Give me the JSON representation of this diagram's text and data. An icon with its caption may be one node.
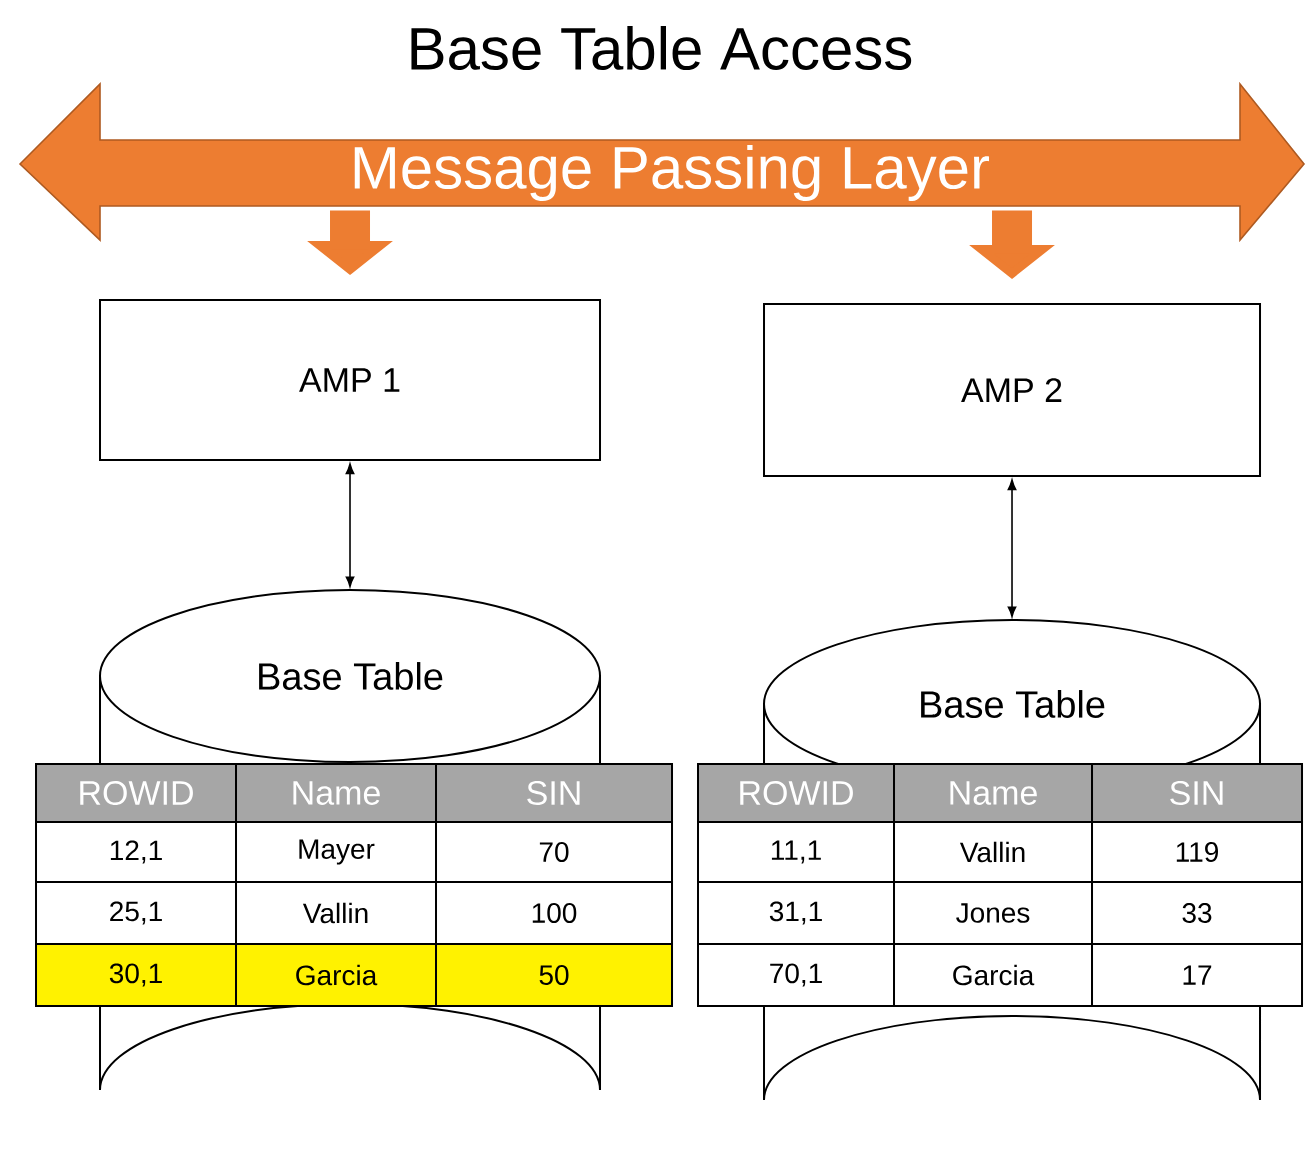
{
  "diagram": {
    "title": "Base Table Access",
    "nodes": [
      {
        "text": [
          "Message Passing Layer"
        ]
      },
      {
        "text": [
          "AMP 1"
        ]
      },
      {
        "text": [
          "AMP 2"
        ]
      },
      {
        "text": [
          "Base Table"
        ]
      },
      {
        "text": [
          "Base Table"
        ]
      }
    ],
    "edges": [
      {
        "from": 0,
        "to": 1,
        "arrow": "to",
        "style": "thick",
        "color": "#ed7d31"
      },
      {
        "from": 0,
        "to": 2,
        "arrow": "to",
        "style": "thick",
        "color": "#ed7d31"
      },
      {
        "from": 1,
        "to": 3,
        "arrow": "both",
        "color": "#000000"
      },
      {
        "from": 2,
        "to": 4,
        "arrow": "both",
        "color": "#000000"
      }
    ],
    "labels": [
      "ROWID",
      "Name",
      "SIN",
      "12,1",
      "Mayer",
      "70",
      "25,1",
      "Vallin",
      "100",
      "30,1",
      "Garcia",
      "50",
      "ROWID",
      "Name",
      "SIN",
      "11,1",
      "Vallin",
      "119",
      "31,1",
      "Jones",
      "33",
      "70,1",
      "Garcia",
      "17"
    ]
  }
}
